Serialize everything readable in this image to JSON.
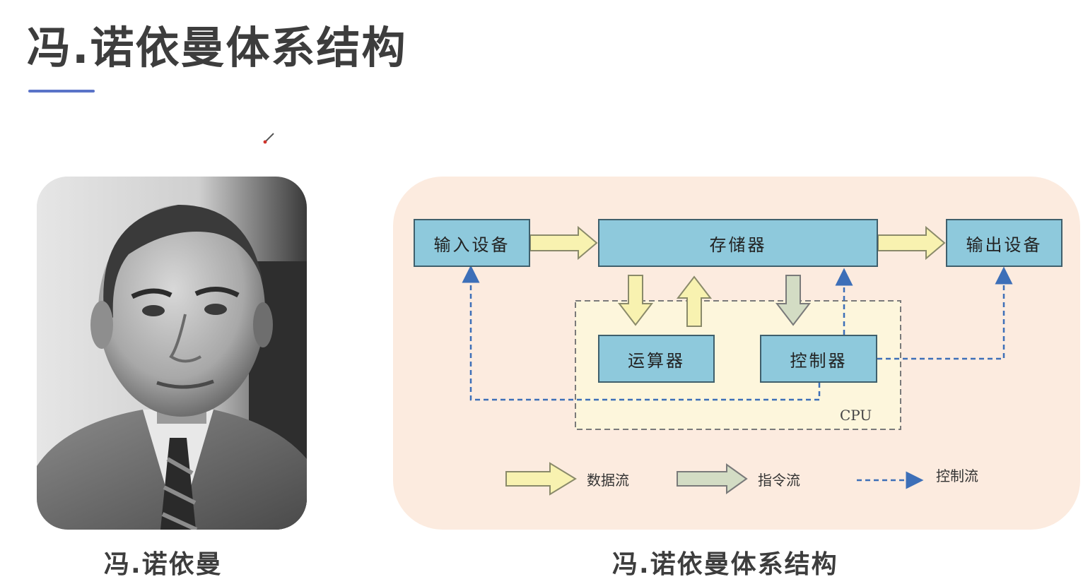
{
  "slide": {
    "title": "冯.诺依曼体系结构",
    "accent_color": "#5a73c8"
  },
  "portrait": {
    "icon": "portrait-photo",
    "caption": "冯.诺依曼"
  },
  "diagram": {
    "caption": "冯.诺依曼体系结构",
    "panel_color": "#fcebdf",
    "box_color": "#8ec9dc",
    "boxes": {
      "input": "输入设备",
      "memory": "存储器",
      "output": "输出设备",
      "alu": "运算器",
      "controller": "控制器"
    },
    "cpu_label": "CPU",
    "legend": {
      "data_flow": "数据流",
      "instruction_flow": "指令流",
      "control_flow": "控制流"
    },
    "colors": {
      "data_flow": "#f8f2b0",
      "instruction_flow": "#d3dcc4",
      "control_flow": "#3d6fb8"
    }
  }
}
